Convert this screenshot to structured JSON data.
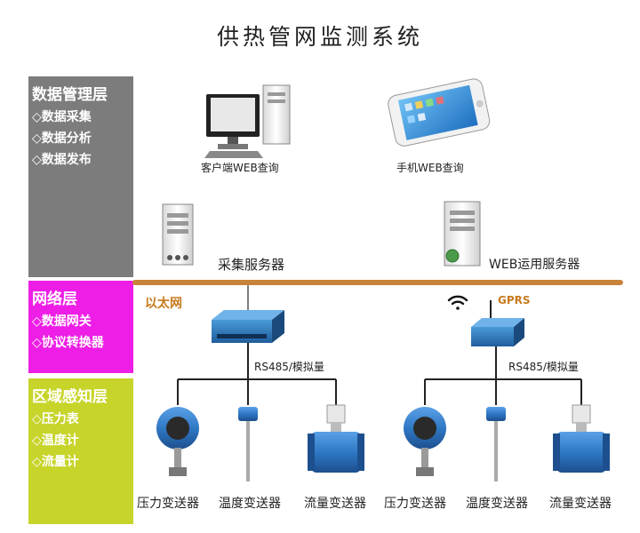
{
  "title": "供热管网监测系统",
  "layers": {
    "data_mgmt": {
      "title": "数据管理层",
      "items": [
        "◇数据采集",
        "◇数据分析",
        "◇数据发布"
      ],
      "color": "#7c7c7c"
    },
    "network": {
      "title": "网络层",
      "items": [
        "◇数据网关",
        "◇协议转换器"
      ],
      "color": "#ee1ee6"
    },
    "sensing": {
      "title": "区域感知层",
      "items": [
        "◇压力表",
        "◇温度计",
        "◇流量计"
      ],
      "color": "#c7d42a"
    }
  },
  "clients": {
    "pc_label": "客户端WEB查询",
    "phone_label": "手机WEB查询"
  },
  "servers": {
    "collect_label": "采集服务器",
    "web_label": "WEB运用服务器"
  },
  "network_labels": {
    "ethernet": "以太网",
    "gprs": "GPRS",
    "bus_left": "RS485/模拟量",
    "bus_right": "RS485/模拟量"
  },
  "devices_left": [
    "压力变送器",
    "温度变送器",
    "流量变送器"
  ],
  "devices_right": [
    "压力变送器",
    "温度变送器",
    "流量变送器"
  ],
  "colors": {
    "ethernet_line": "#c9823a",
    "panel_grey": "#7c7c7c",
    "panel_magenta": "#ee1ee6",
    "panel_yellow": "#c7d42a",
    "device_blue": "#2f78c4"
  }
}
